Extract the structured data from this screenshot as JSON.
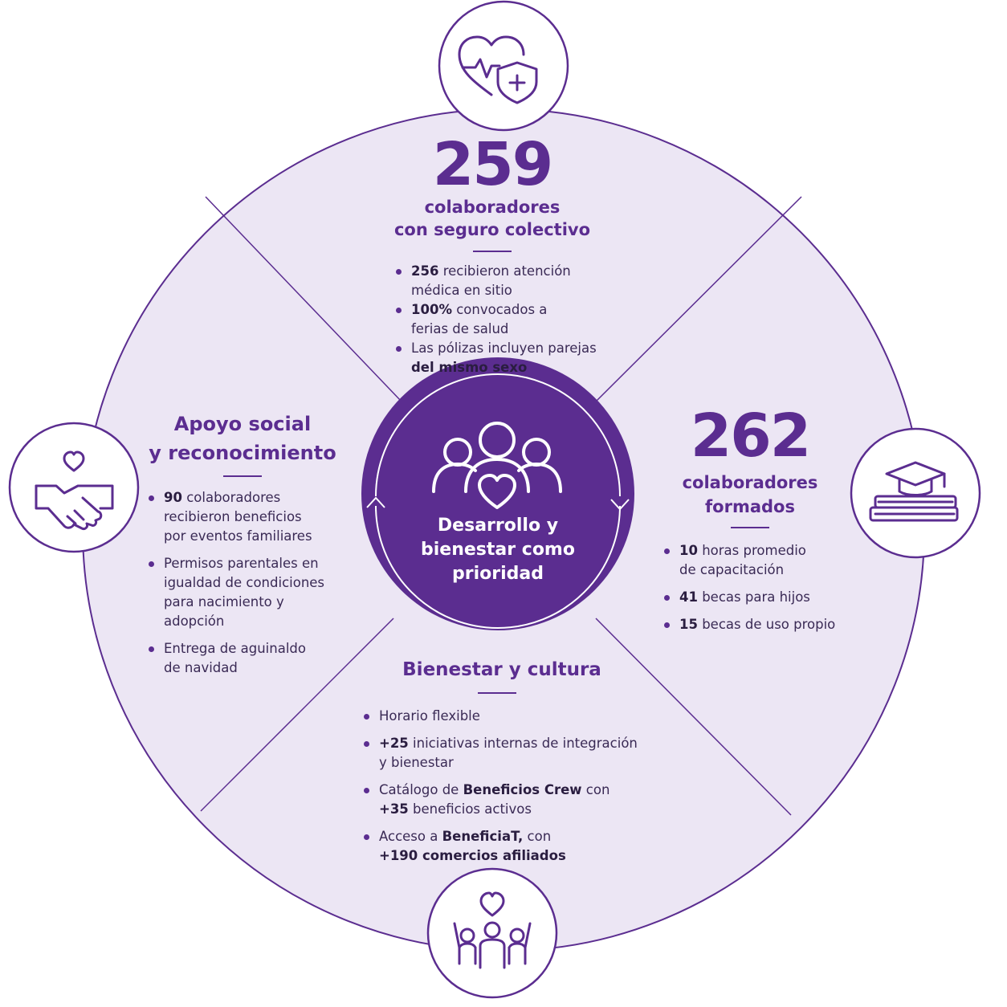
{
  "center": {
    "title_lines": [
      "Desarrollo y",
      "bienestar como",
      "prioridad"
    ],
    "icon": "people-heart-icon"
  },
  "top": {
    "number": "259",
    "heading_lines": [
      "colaboradores",
      "con seguro colectivo"
    ],
    "icon": "heart-shield-icon",
    "bullets": [
      [
        [
          {
            "t": "256",
            "b": true
          },
          {
            "t": " recibieron atención"
          }
        ],
        [
          {
            "t": "médica en sitio"
          }
        ]
      ],
      [
        [
          {
            "t": "100%",
            "b": true
          },
          {
            "t": " convocados a"
          }
        ],
        [
          {
            "t": "ferias de salud"
          }
        ]
      ],
      [
        [
          {
            "t": "Las pólizas incluyen parejas"
          }
        ],
        [
          {
            "t": "del mismo sexo",
            "b": true
          }
        ]
      ]
    ]
  },
  "left": {
    "heading_lines": [
      "Apoyo social",
      "y reconocimiento"
    ],
    "icon": "handshake-heart-icon",
    "bullets": [
      [
        [
          {
            "t": "90",
            "b": true
          },
          {
            "t": " colaboradores"
          }
        ],
        [
          {
            "t": "recibieron beneficios"
          }
        ],
        [
          {
            "t": "por eventos familiares"
          }
        ]
      ],
      [
        [
          {
            "t": "Permisos parentales en"
          }
        ],
        [
          {
            "t": "igualdad de condiciones"
          }
        ],
        [
          {
            "t": "para nacimiento y adopción"
          }
        ]
      ],
      [
        [
          {
            "t": "Entrega de aguinaldo"
          }
        ],
        [
          {
            "t": "de navidad"
          }
        ]
      ]
    ]
  },
  "right": {
    "number": "262",
    "heading_lines": [
      "colaboradores",
      "formados"
    ],
    "icon": "graduation-cap-books-icon",
    "bullets": [
      [
        [
          {
            "t": "10",
            "b": true
          },
          {
            "t": " horas promedio"
          }
        ],
        [
          {
            "t": "de capacitación"
          }
        ]
      ],
      [
        [
          {
            "t": "41",
            "b": true
          },
          {
            "t": " becas para hijos"
          }
        ]
      ],
      [
        [
          {
            "t": "15",
            "b": true
          },
          {
            "t": " becas de uso propio"
          }
        ]
      ]
    ]
  },
  "bottom": {
    "heading": "Bienestar y cultura",
    "icon": "group-celebration-heart-icon",
    "bullets": [
      [
        [
          {
            "t": "Horario flexible"
          }
        ]
      ],
      [
        [
          {
            "t": "+25",
            "b": true
          },
          {
            "t": " iniciativas internas de integración"
          }
        ],
        [
          {
            "t": "y bienestar"
          }
        ]
      ],
      [
        [
          {
            "t": "Catálogo de "
          },
          {
            "t": "Beneficios Crew",
            "b": true
          },
          {
            "t": " con"
          }
        ],
        [
          {
            "t": "+35",
            "b": true
          },
          {
            "t": " beneficios activos"
          }
        ]
      ],
      [
        [
          {
            "t": "Acceso a "
          },
          {
            "t": "BeneficiaT,",
            "b": true
          },
          {
            "t": " con"
          }
        ],
        [
          {
            "t": "+190 comercios afiliados",
            "b": true
          }
        ]
      ]
    ]
  },
  "colors": {
    "purple": "#5b2d90",
    "lavender": "#ece6f4",
    "text": "#3a2a55"
  }
}
